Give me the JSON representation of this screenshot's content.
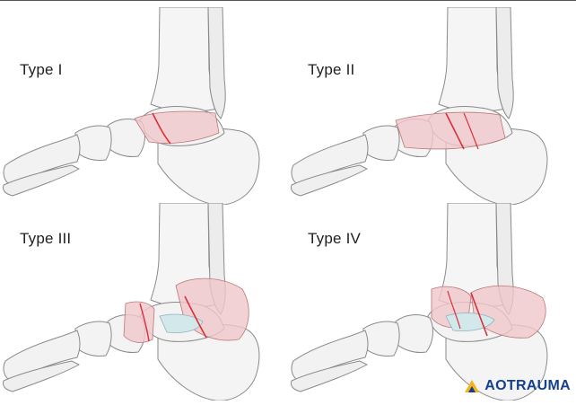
{
  "panels": [
    {
      "label": "Type I"
    },
    {
      "label": "Type II"
    },
    {
      "label": "Type III"
    },
    {
      "label": "Type IV"
    }
  ],
  "logo": {
    "prefix": "AO",
    "suffix": "TRAUMA"
  },
  "colors": {
    "bone_fill": "#f5f5f5",
    "bone_outline": "#8a8a8a",
    "fragment_fill": "#f0c7cc",
    "fracture_line": "#d9303a",
    "subtalar_fill": "#d3e8ea",
    "logo_blue": "#14408e",
    "logo_yellow": "#f2b31c"
  }
}
